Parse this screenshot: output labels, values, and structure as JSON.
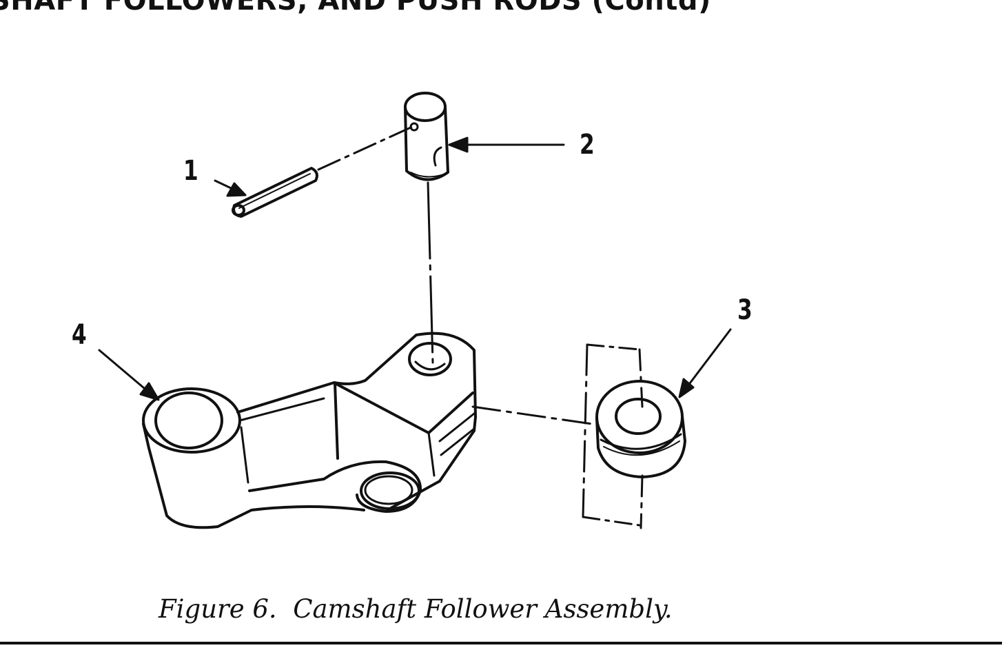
{
  "page_heading": "SHAFT FOLLOWERS, AND PUSH RODS (Contd)",
  "figure": {
    "callouts": [
      "1",
      "2",
      "3",
      "4"
    ],
    "caption": "Figure 6.  Camshaft Follower Assembly."
  }
}
